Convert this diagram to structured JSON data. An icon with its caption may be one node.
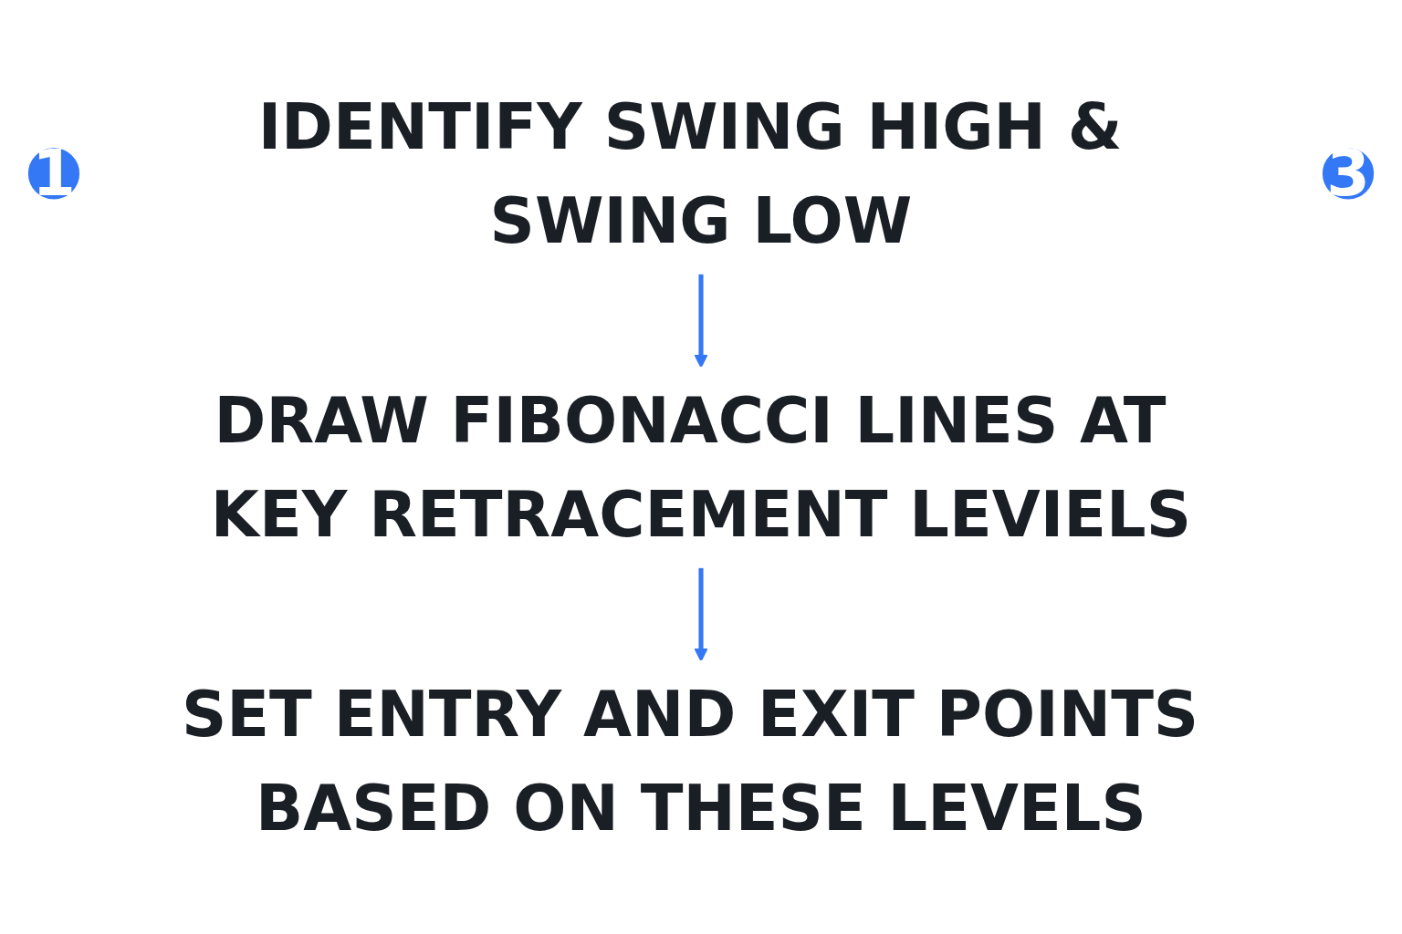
{
  "diagram": {
    "nodes": [
      {
        "text": [
          "1"
        ]
      },
      {
        "text": [
          "IDENTIFY SWING HIGH & SWING LOW"
        ]
      },
      {
        "text": [
          "DRAW FIBONACCI LINES AT KEY RETRACEMENT LEVIELS"
        ]
      },
      {
        "text": [
          "SET ENTRY AND EXIT POINTS BASED ON THESE LEVELS"
        ]
      },
      {
        "text": [
          "3"
        ]
      }
    ],
    "edges": [
      {
        "from": 1,
        "to": 2,
        "arrow": "to"
      },
      {
        "from": 2,
        "to": 3,
        "arrow": "to"
      }
    ]
  }
}
